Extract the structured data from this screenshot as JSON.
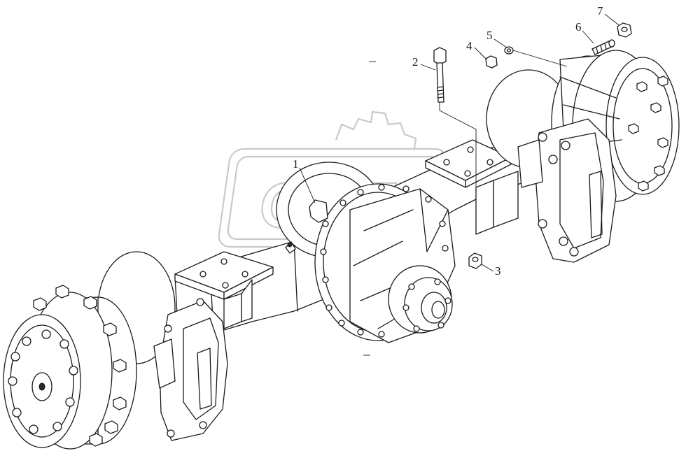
{
  "watermark": {
    "text": "OPEX"
  },
  "callouts": [
    {
      "id": "1",
      "label": "1"
    },
    {
      "id": "2",
      "label": "2"
    },
    {
      "id": "3",
      "label": "3"
    },
    {
      "id": "4",
      "label": "4"
    },
    {
      "id": "5",
      "label": "5"
    },
    {
      "id": "6",
      "label": "6"
    },
    {
      "id": "7",
      "label": "7"
    }
  ],
  "colors": {
    "line": "#1a1a1a",
    "watermark": "#c9c9c9",
    "background": "#ffffff"
  }
}
